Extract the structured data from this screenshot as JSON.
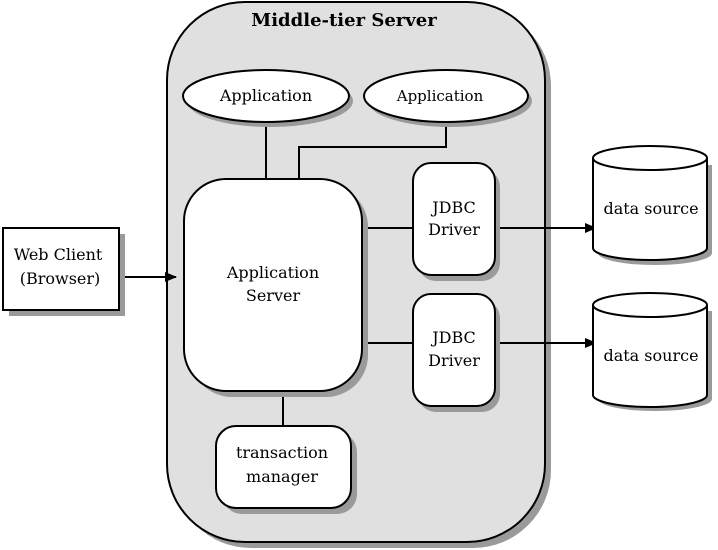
{
  "server": {
    "title": "Middle-tier Server"
  },
  "applications": [
    {
      "label": "Application"
    },
    {
      "label": "Application"
    }
  ],
  "app_server": {
    "line1": "Application",
    "line2": "Server"
  },
  "drivers": [
    {
      "line1": "JDBC",
      "line2": "Driver"
    },
    {
      "line1": "JDBC",
      "line2": "Driver"
    }
  ],
  "data_sources": [
    {
      "label": "data source"
    },
    {
      "label": "data source"
    }
  ],
  "web_client": {
    "line1": "Web Client",
    "line2": "(Browser)"
  },
  "transaction_manager": {
    "line1": "transaction",
    "line2": "manager"
  },
  "colors": {
    "server_fill": "#e0e0e0",
    "shadow": "#9a9a9a",
    "stroke": "#000000",
    "node_fill": "#ffffff"
  }
}
